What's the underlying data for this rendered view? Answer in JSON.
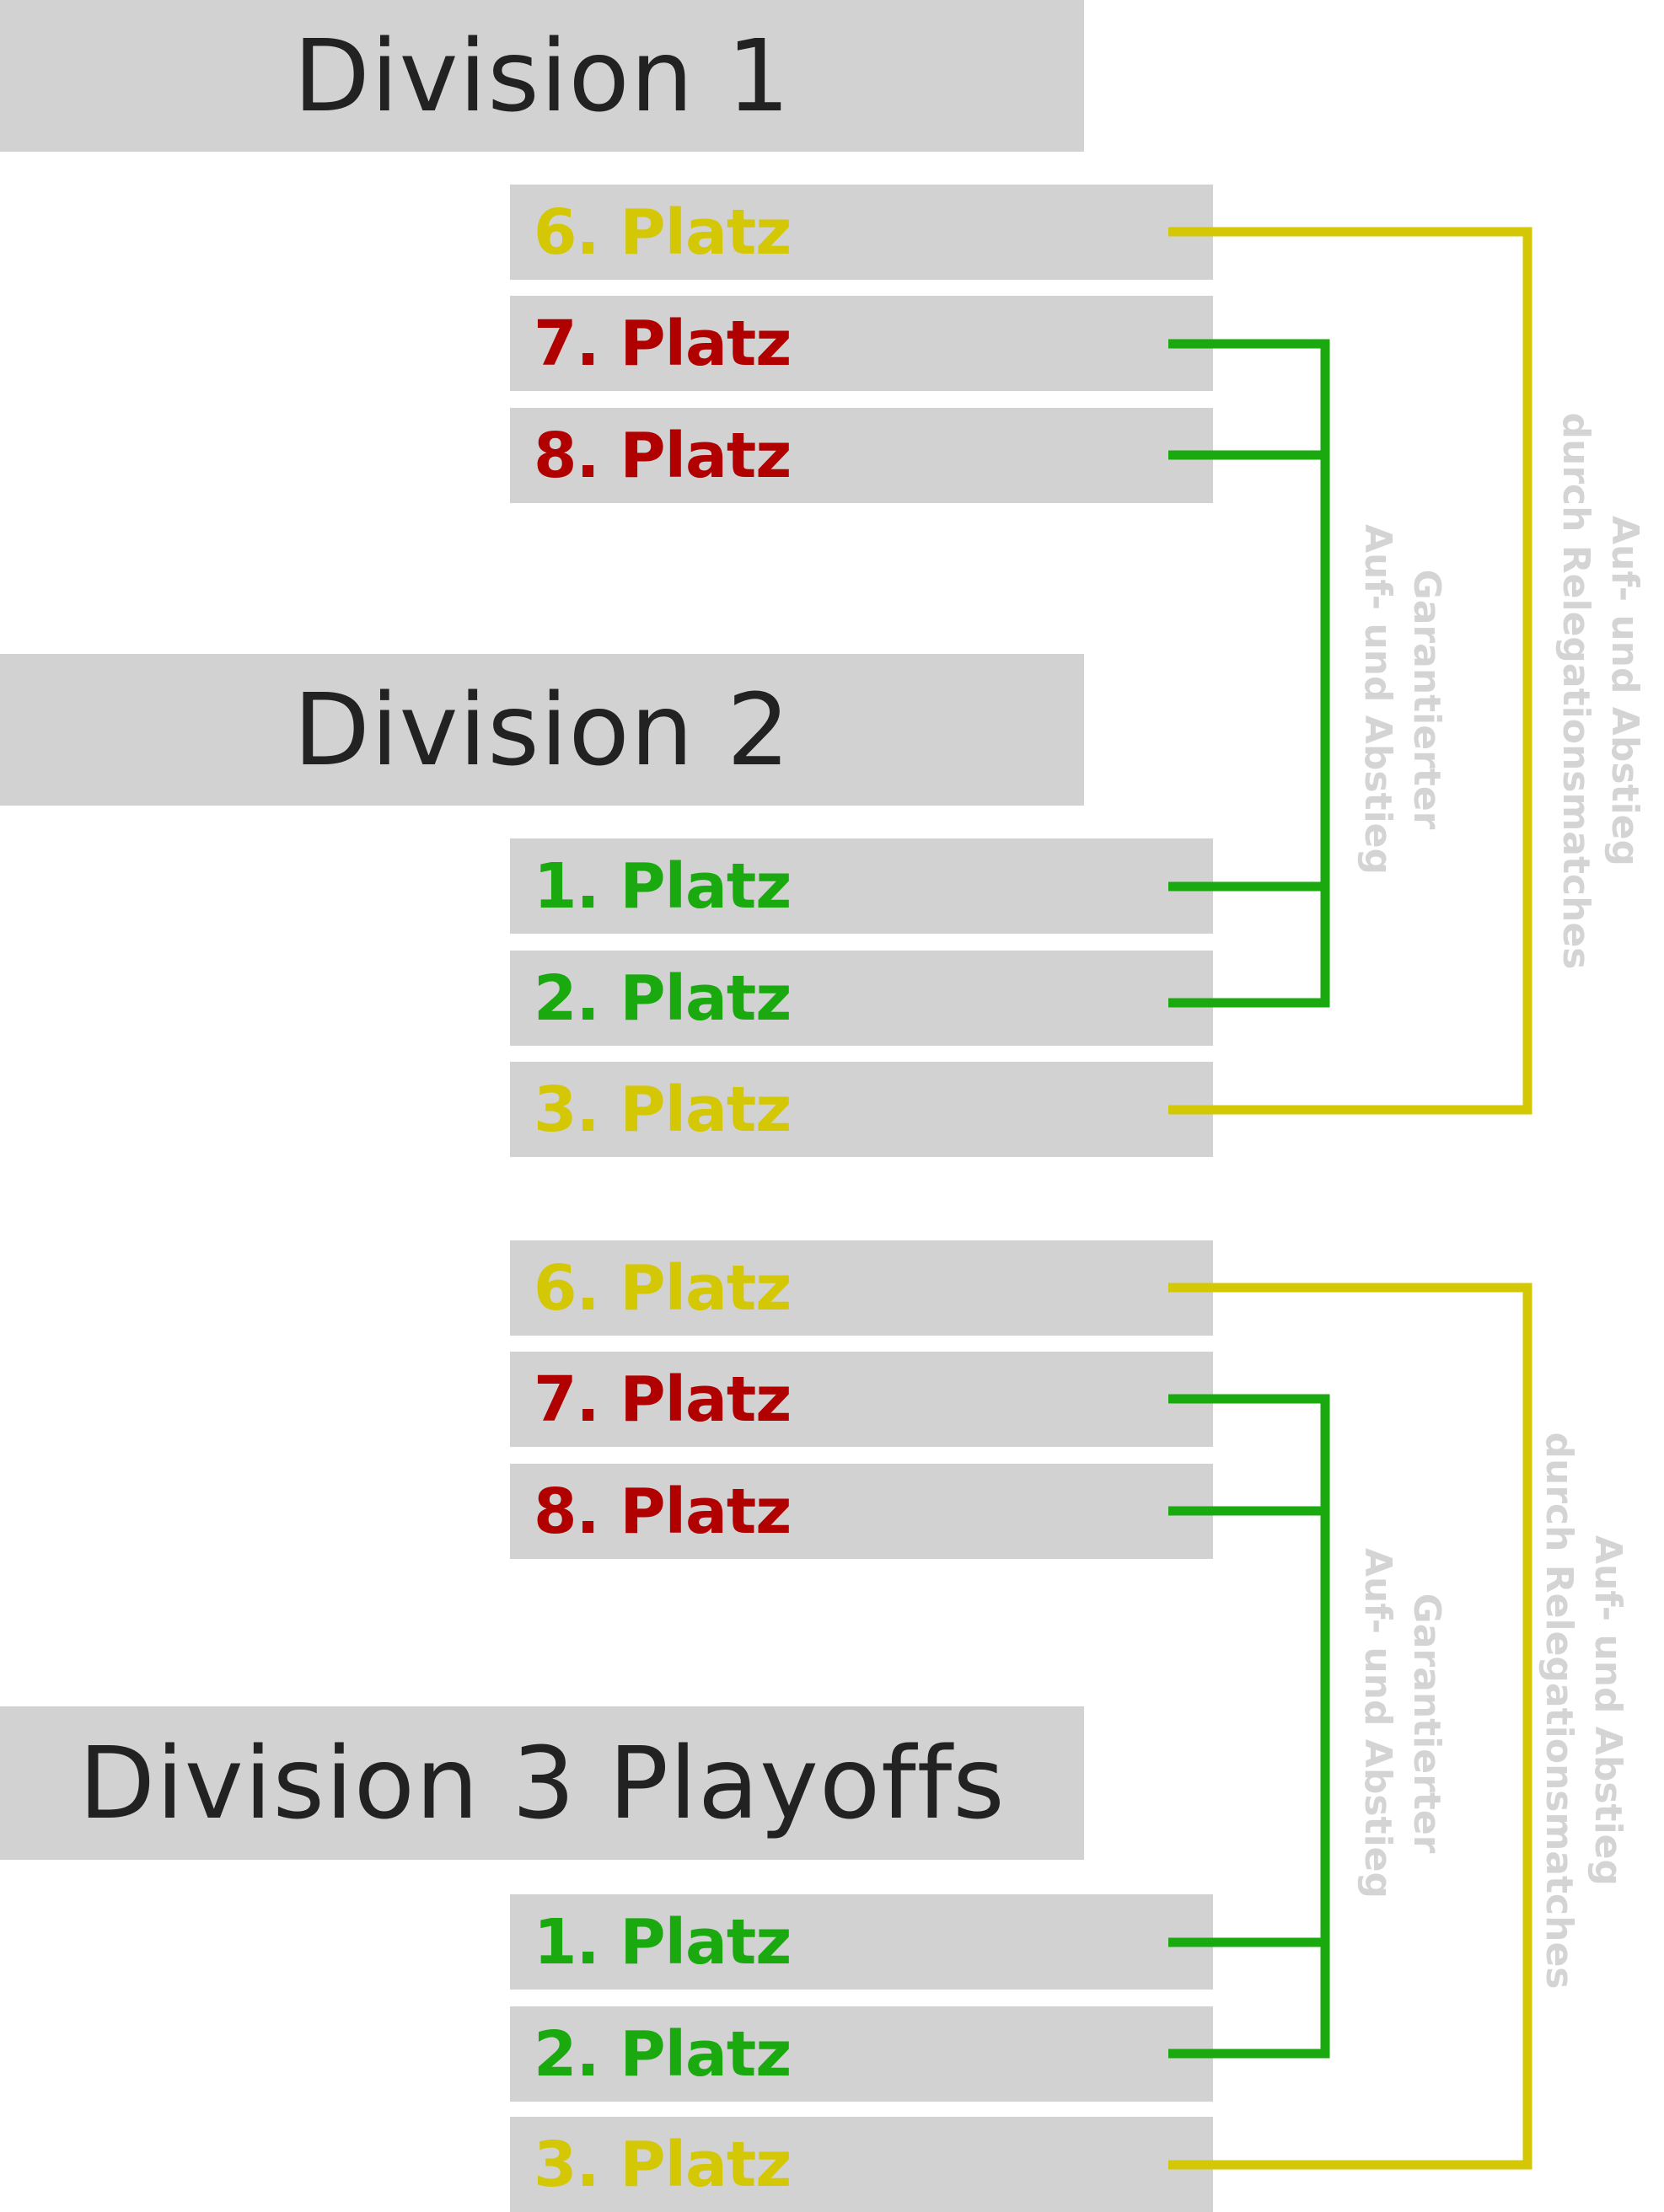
{
  "groups": [
    {
      "division": "Division 1",
      "upper_places": [
        {
          "label": "6. Platz",
          "status": "relegation"
        },
        {
          "label": "7. Platz",
          "status": "relegated"
        },
        {
          "label": "8. Platz",
          "status": "relegated"
        }
      ],
      "lower_division": "Division 2",
      "lower_places": [
        {
          "label": "1. Platz",
          "status": "promoted"
        },
        {
          "label": "2. Platz",
          "status": "promoted"
        },
        {
          "label": "3. Platz",
          "status": "relegation"
        }
      ],
      "guaranteed_label": {
        "line1": "Garantierter",
        "line2": "Auf- und Abstieg"
      },
      "relegation_label": {
        "line1": "Auf- und Abstieg",
        "line2": "durch Relegationsmatches"
      }
    },
    {
      "upper_places": [
        {
          "label": "6. Platz",
          "status": "relegation"
        },
        {
          "label": "7. Platz",
          "status": "relegated"
        },
        {
          "label": "8. Platz",
          "status": "relegated"
        }
      ],
      "lower_division": "Division 3 Playoffs",
      "lower_places": [
        {
          "label": "1. Platz",
          "status": "promoted"
        },
        {
          "label": "2. Platz",
          "status": "promoted"
        },
        {
          "label": "3. Platz",
          "status": "relegation"
        }
      ],
      "guaranteed_label": {
        "line1": "Garantierter",
        "line2": "Auf- und Abstieg"
      },
      "relegation_label": {
        "line1": "Auf- und Abstieg",
        "line2": "durch Relegationsmatches"
      }
    }
  ],
  "colors": {
    "box_background": "#d2d2d2",
    "division_text": "#222222",
    "relegation_yellow": "#d4c705",
    "relegated_red": "#b00000",
    "promoted_green": "#1aaa10",
    "label_gray": "#d4d4d4"
  }
}
